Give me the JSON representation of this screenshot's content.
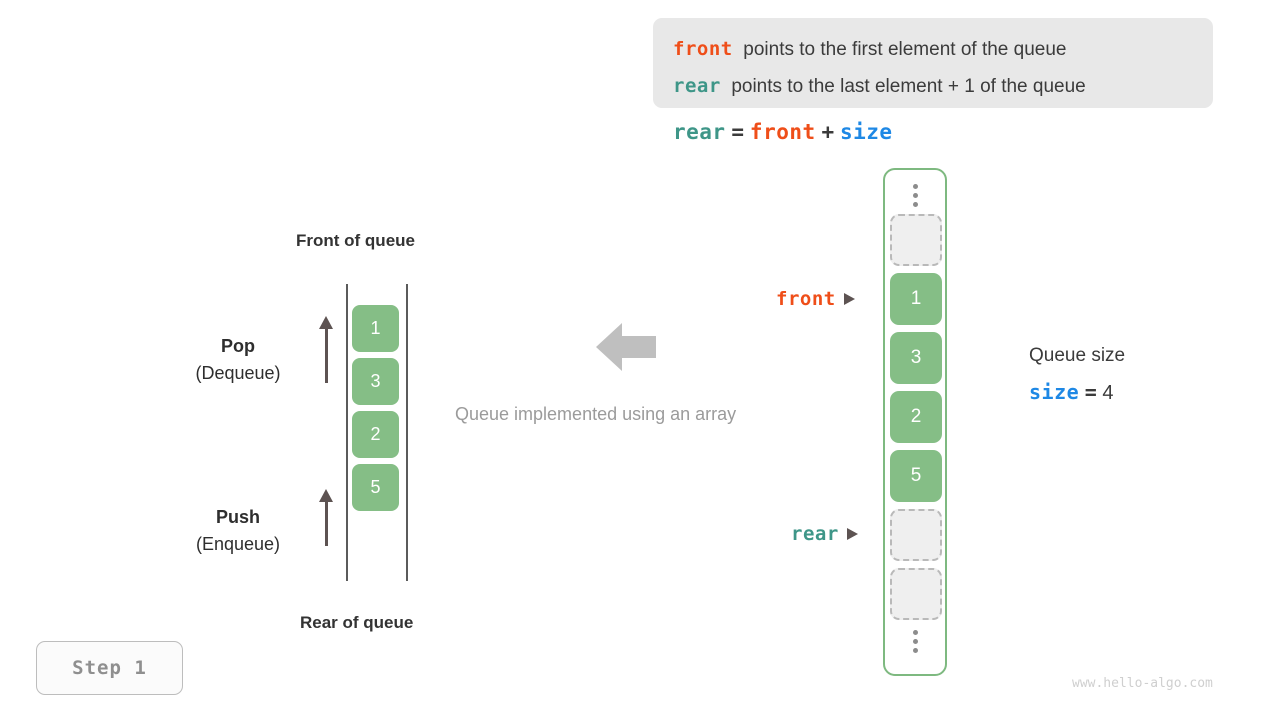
{
  "legend": {
    "lines": [
      {
        "term": "front",
        "term_color": "#ef4e19",
        "text": "points to the first element of the queue"
      },
      {
        "term": "rear",
        "term_color": "#3e9688",
        "text": "points to the last element + 1 of the queue"
      }
    ]
  },
  "formula": {
    "lhs": "rear",
    "eq": "=",
    "rhs1": "front",
    "plus": "+",
    "rhs2": "size"
  },
  "linear_queue": {
    "top_label": "Front of queue",
    "bottom_label": "Rear of queue",
    "cells": [
      "1",
      "3",
      "2",
      "5"
    ],
    "pop": {
      "line1": "Pop",
      "line2": "(Dequeue)"
    },
    "push": {
      "line1": "Push",
      "line2": "(Enqueue)"
    }
  },
  "center": {
    "caption": "Queue implemented using an array",
    "arrow_icon": "arrow-left-icon"
  },
  "array_view": {
    "top_ellipsis": "vertical-ellipsis-icon",
    "bottom_ellipsis": "vertical-ellipsis-icon",
    "slots": [
      {
        "type": "empty",
        "value": ""
      },
      {
        "type": "filled",
        "value": "1"
      },
      {
        "type": "filled",
        "value": "3"
      },
      {
        "type": "filled",
        "value": "2"
      },
      {
        "type": "filled",
        "value": "5"
      },
      {
        "type": "empty",
        "value": ""
      },
      {
        "type": "empty",
        "value": ""
      }
    ],
    "pointers": {
      "front": {
        "label": "front",
        "color": "#ef4e19",
        "slot_index": 1
      },
      "rear": {
        "label": "rear",
        "color": "#3e9688",
        "slot_index": 5
      }
    }
  },
  "queue_size": {
    "title": "Queue size",
    "var": "size",
    "eq": "=",
    "value": "4"
  },
  "step_badge": {
    "label": "Step 1"
  },
  "watermark": {
    "text": "www.hello-algo.com"
  },
  "colors": {
    "cell_green": "#85be86",
    "container_green": "#7eb980",
    "front_orange": "#ef4e19",
    "rear_teal": "#3e9688",
    "size_blue": "#1e88e5",
    "legend_bg": "#e8e8e8",
    "muted_gray": "#9b9b9b"
  }
}
